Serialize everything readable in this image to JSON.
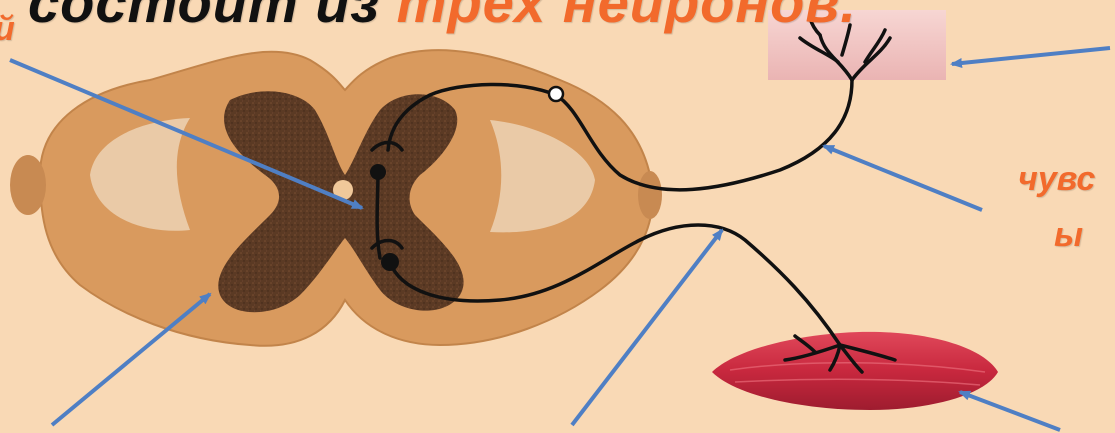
{
  "title": {
    "prefix": "состоит из ",
    "accent": "трех нейронов."
  },
  "labels": {
    "left_fragment": "й",
    "right_fragment_1": "чувс",
    "right_fragment_2": "ы"
  },
  "colors": {
    "background": "#f9d9b5",
    "accent": "#f26a2c",
    "arrow": "#4f7fc4",
    "cord_white_matter": "#d99a5e",
    "cord_gray_matter": "#5b3a24",
    "muscle": "#c8283e",
    "skin": "#f3c7c5",
    "nerve": "#111111"
  }
}
